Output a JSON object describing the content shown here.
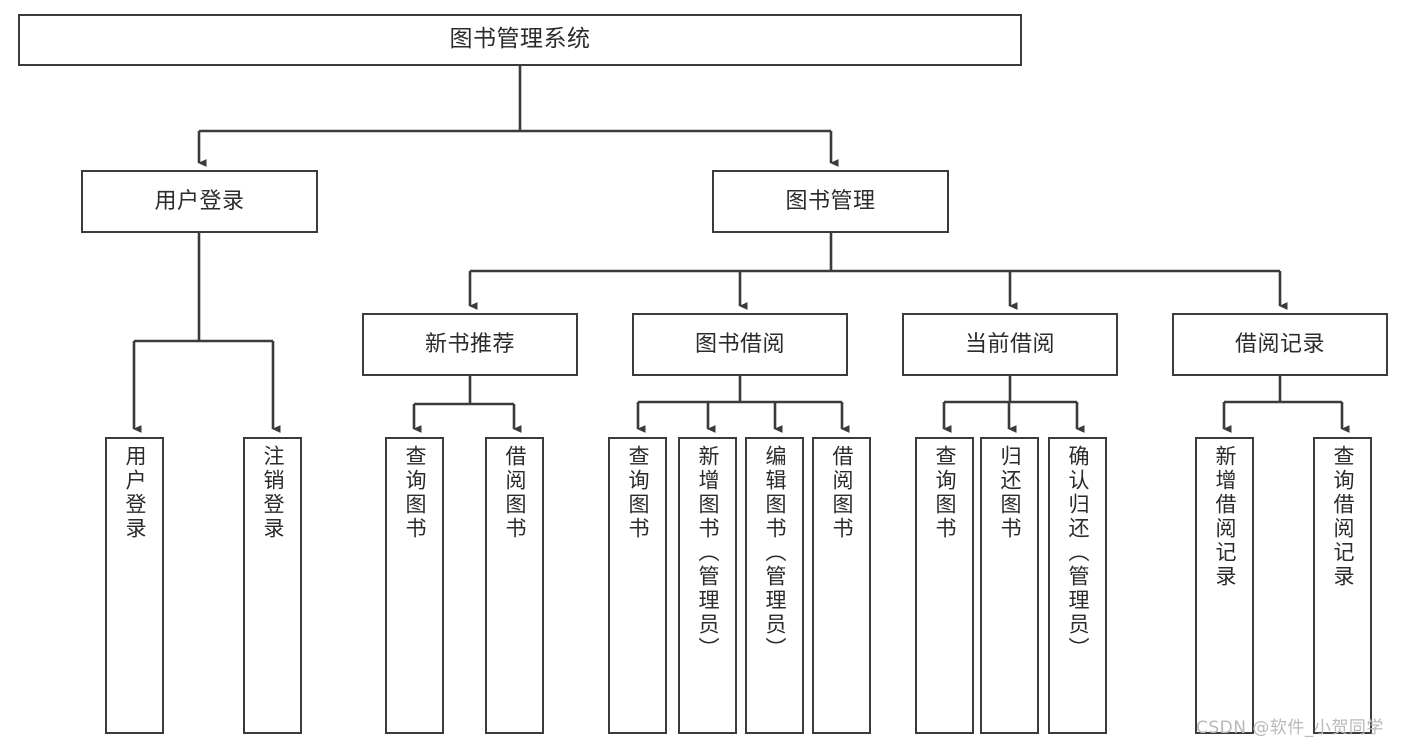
{
  "diagram": {
    "title": "图书管理系统",
    "type": "tree-hierarchy",
    "nodes": {
      "root": {
        "label": "图书管理系统"
      },
      "level2": [
        {
          "id": "user-login",
          "label": "用户登录"
        },
        {
          "id": "book-management",
          "label": "图书管理"
        }
      ],
      "level3": [
        {
          "id": "new-book-recommend",
          "label": "新书推荐"
        },
        {
          "id": "book-borrow",
          "label": "图书借阅"
        },
        {
          "id": "current-borrow",
          "label": "当前借阅"
        },
        {
          "id": "borrow-record",
          "label": "借阅记录"
        }
      ],
      "leaves": [
        {
          "id": "leaf-user-login",
          "label": "用户登录"
        },
        {
          "id": "leaf-logout-login",
          "label": "注销登录"
        },
        {
          "id": "leaf-query-book-1",
          "label": "查询图书"
        },
        {
          "id": "leaf-borrow-book-1",
          "label": "借阅图书"
        },
        {
          "id": "leaf-query-book-2",
          "label": "查询图书"
        },
        {
          "id": "leaf-add-book",
          "label": "新增图书（管理员）"
        },
        {
          "id": "leaf-edit-book",
          "label": "编辑图书（管理员）"
        },
        {
          "id": "leaf-borrow-book-2",
          "label": "借阅图书"
        },
        {
          "id": "leaf-query-book-3",
          "label": "查询图书"
        },
        {
          "id": "leaf-return-book",
          "label": "归还图书"
        },
        {
          "id": "leaf-confirm-return",
          "label": "确认归还（管理员）"
        },
        {
          "id": "leaf-add-record",
          "label": "新增借阅记录"
        },
        {
          "id": "leaf-query-record",
          "label": "查询借阅记录"
        }
      ]
    },
    "colors": {
      "border": "#3b3b3b",
      "text": "#2b2b2b",
      "background": "#ffffff",
      "watermark": "#b9b9b9"
    }
  },
  "watermark": {
    "text": "CSDN @软件_小贺同学"
  }
}
